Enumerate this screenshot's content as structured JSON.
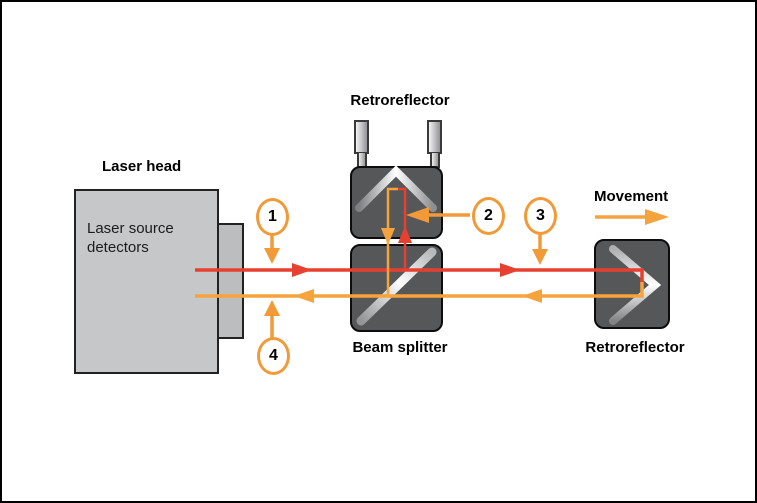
{
  "labels": {
    "laser_head": "Laser head",
    "laser_head_inner_line1": "Laser source",
    "laser_head_inner_line2": "detectors",
    "interferometer_retroreflector": "Retroreflector",
    "beam_splitter": "Beam splitter",
    "moving_retroreflector": "Retroreflector",
    "movement": "Movement"
  },
  "callouts": [
    {
      "number": "1"
    },
    {
      "number": "2"
    },
    {
      "number": "3"
    },
    {
      "number": "4"
    }
  ],
  "colors": {
    "outgoing_beam_red": "#e84030",
    "return_beam_orange": "#f5a33c",
    "callout_ring_orange": "#f19a37",
    "optic_body_dark": "#565759",
    "laser_head_gray": "#c6c7c9"
  }
}
